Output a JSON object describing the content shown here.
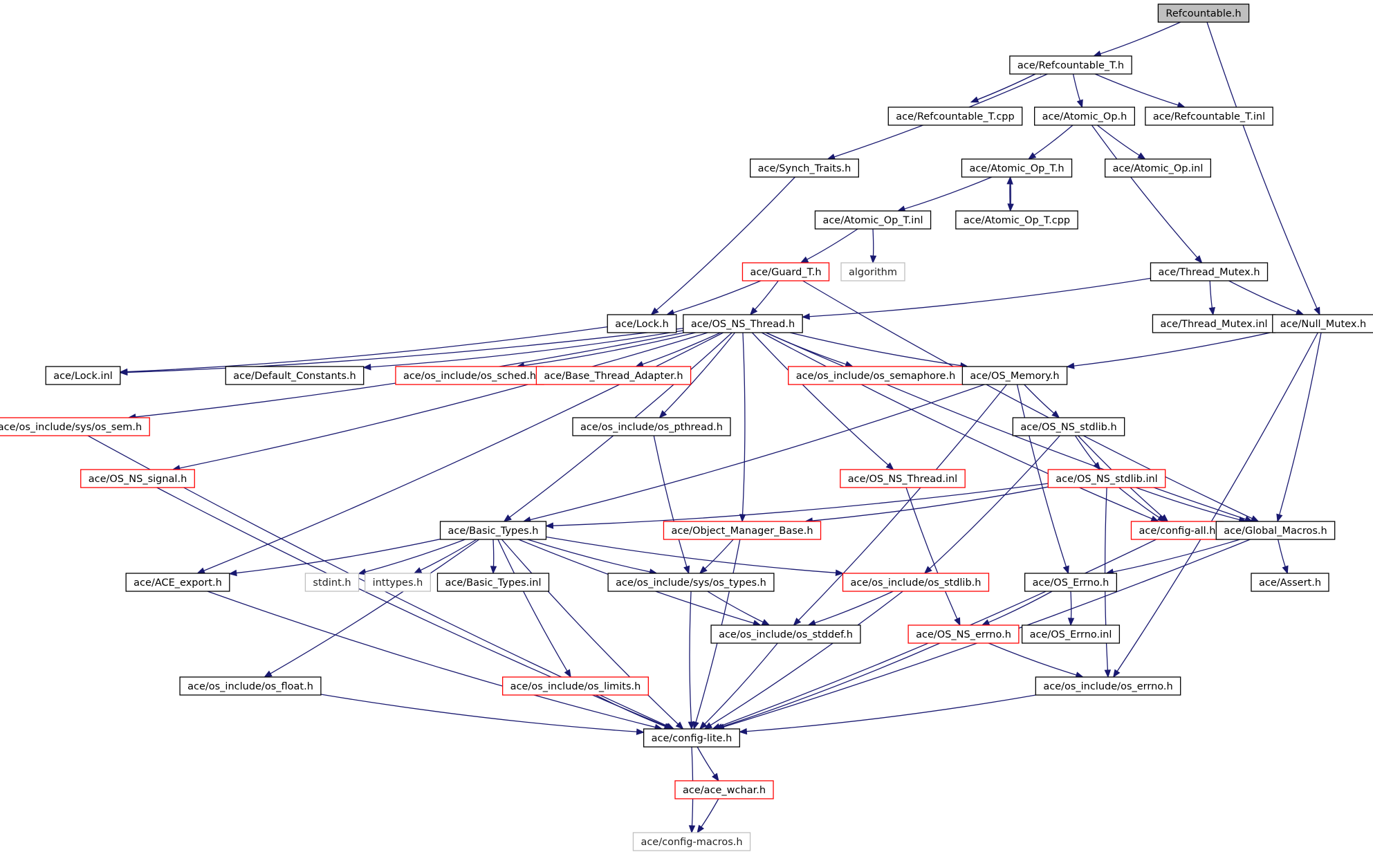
{
  "colors": {
    "edge": "#191970",
    "border_normal": "#000000",
    "border_truncated": "#ff0000",
    "border_external": "#bfbfbf",
    "root_fill": "#bfbfbf",
    "node_fill": "#ffffff"
  },
  "nodes": [
    {
      "id": "refcountable_h",
      "label": "Refcountable.h",
      "style": "root"
    },
    {
      "id": "refcountable_t_h",
      "label": "ace/Refcountable_T.h",
      "style": "normal"
    },
    {
      "id": "refcountable_t_cpp",
      "label": "ace/Refcountable_T.cpp",
      "style": "normal"
    },
    {
      "id": "atomic_op_h",
      "label": "ace/Atomic_Op.h",
      "style": "normal"
    },
    {
      "id": "refcountable_t_inl",
      "label": "ace/Refcountable_T.inl",
      "style": "normal"
    },
    {
      "id": "synch_traits_h",
      "label": "ace/Synch_Traits.h",
      "style": "normal"
    },
    {
      "id": "atomic_op_t_h",
      "label": "ace/Atomic_Op_T.h",
      "style": "normal"
    },
    {
      "id": "atomic_op_inl",
      "label": "ace/Atomic_Op.inl",
      "style": "normal"
    },
    {
      "id": "atomic_op_t_inl",
      "label": "ace/Atomic_Op_T.inl",
      "style": "normal"
    },
    {
      "id": "atomic_op_t_cpp",
      "label": "ace/Atomic_Op_T.cpp",
      "style": "normal"
    },
    {
      "id": "guard_t_h",
      "label": "ace/Guard_T.h",
      "style": "truncated"
    },
    {
      "id": "algorithm",
      "label": "algorithm",
      "style": "external"
    },
    {
      "id": "thread_mutex_h",
      "label": "ace/Thread_Mutex.h",
      "style": "normal"
    },
    {
      "id": "lock_h",
      "label": "ace/Lock.h",
      "style": "normal"
    },
    {
      "id": "os_ns_thread_h",
      "label": "ace/OS_NS_Thread.h",
      "style": "normal"
    },
    {
      "id": "thread_mutex_inl",
      "label": "ace/Thread_Mutex.inl",
      "style": "normal"
    },
    {
      "id": "null_mutex_h",
      "label": "ace/Null_Mutex.h",
      "style": "normal"
    },
    {
      "id": "lock_inl",
      "label": "ace/Lock.inl",
      "style": "normal"
    },
    {
      "id": "default_constants_h",
      "label": "ace/Default_Constants.h",
      "style": "normal"
    },
    {
      "id": "os_sched_h",
      "label": "ace/os_include/os_sched.h",
      "style": "truncated"
    },
    {
      "id": "base_thread_adapter_h",
      "label": "ace/Base_Thread_Adapter.h",
      "style": "truncated"
    },
    {
      "id": "os_semaphore_h",
      "label": "ace/os_include/os_semaphore.h",
      "style": "truncated"
    },
    {
      "id": "os_memory_h",
      "label": "ace/OS_Memory.h",
      "style": "normal"
    },
    {
      "id": "sys_os_sem_h",
      "label": "ace/os_include/sys/os_sem.h",
      "style": "truncated"
    },
    {
      "id": "os_pthread_h",
      "label": "ace/os_include/os_pthread.h",
      "style": "normal"
    },
    {
      "id": "os_ns_stdlib_h",
      "label": "ace/OS_NS_stdlib.h",
      "style": "normal"
    },
    {
      "id": "os_ns_signal_h",
      "label": "ace/OS_NS_signal.h",
      "style": "truncated"
    },
    {
      "id": "os_ns_thread_inl",
      "label": "ace/OS_NS_Thread.inl",
      "style": "truncated"
    },
    {
      "id": "os_ns_stdlib_inl",
      "label": "ace/OS_NS_stdlib.inl",
      "style": "truncated"
    },
    {
      "id": "basic_types_h",
      "label": "ace/Basic_Types.h",
      "style": "normal"
    },
    {
      "id": "object_manager_base_h",
      "label": "ace/Object_Manager_Base.h",
      "style": "truncated"
    },
    {
      "id": "config_all_h",
      "label": "ace/config-all.h",
      "style": "truncated"
    },
    {
      "id": "global_macros_h",
      "label": "ace/Global_Macros.h",
      "style": "normal"
    },
    {
      "id": "ace_export_h",
      "label": "ace/ACE_export.h",
      "style": "normal"
    },
    {
      "id": "stdint_h",
      "label": "stdint.h",
      "style": "external"
    },
    {
      "id": "inttypes_h",
      "label": "inttypes.h",
      "style": "external"
    },
    {
      "id": "basic_types_inl",
      "label": "ace/Basic_Types.inl",
      "style": "normal"
    },
    {
      "id": "sys_os_types_h",
      "label": "ace/os_include/sys/os_types.h",
      "style": "normal"
    },
    {
      "id": "os_stdlib_h",
      "label": "ace/os_include/os_stdlib.h",
      "style": "truncated"
    },
    {
      "id": "os_errno_h",
      "label": "ace/OS_Errno.h",
      "style": "normal"
    },
    {
      "id": "assert_h",
      "label": "ace/Assert.h",
      "style": "normal"
    },
    {
      "id": "os_stddef_h",
      "label": "ace/os_include/os_stddef.h",
      "style": "normal"
    },
    {
      "id": "os_ns_errno_h",
      "label": "ace/OS_NS_errno.h",
      "style": "truncated"
    },
    {
      "id": "os_errno_inl",
      "label": "ace/OS_Errno.inl",
      "style": "normal"
    },
    {
      "id": "os_float_h",
      "label": "ace/os_include/os_float.h",
      "style": "normal"
    },
    {
      "id": "os_limits_h",
      "label": "ace/os_include/os_limits.h",
      "style": "truncated"
    },
    {
      "id": "os_include_os_errno_h",
      "label": "ace/os_include/os_errno.h",
      "style": "normal"
    },
    {
      "id": "config_lite_h",
      "label": "ace/config-lite.h",
      "style": "normal"
    },
    {
      "id": "ace_wchar_h",
      "label": "ace/ace_wchar.h",
      "style": "truncated"
    },
    {
      "id": "config_macros_h",
      "label": "ace/config-macros.h",
      "style": "external"
    }
  ],
  "edges": [
    [
      "refcountable_h",
      "refcountable_t_h"
    ],
    [
      "refcountable_h",
      "null_mutex_h"
    ],
    [
      "refcountable_t_h",
      "refcountable_t_cpp"
    ],
    [
      "refcountable_t_cpp",
      "refcountable_t_h"
    ],
    [
      "refcountable_t_h",
      "atomic_op_h"
    ],
    [
      "refcountable_t_h",
      "refcountable_t_inl"
    ],
    [
      "refcountable_t_h",
      "synch_traits_h"
    ],
    [
      "atomic_op_h",
      "atomic_op_t_h"
    ],
    [
      "atomic_op_h",
      "atomic_op_inl"
    ],
    [
      "atomic_op_h",
      "thread_mutex_h"
    ],
    [
      "synch_traits_h",
      "lock_h"
    ],
    [
      "atomic_op_t_h",
      "atomic_op_t_inl"
    ],
    [
      "atomic_op_t_h",
      "atomic_op_t_cpp"
    ],
    [
      "atomic_op_t_cpp",
      "atomic_op_t_h"
    ],
    [
      "atomic_op_t_inl",
      "guard_t_h"
    ],
    [
      "atomic_op_t_inl",
      "algorithm"
    ],
    [
      "guard_t_h",
      "lock_h"
    ],
    [
      "guard_t_h",
      "os_ns_thread_h"
    ],
    [
      "guard_t_h",
      "global_macros_h"
    ],
    [
      "thread_mutex_h",
      "os_ns_thread_h"
    ],
    [
      "thread_mutex_h",
      "thread_mutex_inl"
    ],
    [
      "thread_mutex_h",
      "null_mutex_h"
    ],
    [
      "lock_h",
      "lock_inl"
    ],
    [
      "os_ns_thread_h",
      "lock_inl"
    ],
    [
      "os_ns_thread_h",
      "default_constants_h"
    ],
    [
      "os_ns_thread_h",
      "os_sched_h"
    ],
    [
      "os_ns_thread_h",
      "base_thread_adapter_h"
    ],
    [
      "os_ns_thread_h",
      "os_semaphore_h"
    ],
    [
      "os_ns_thread_h",
      "os_memory_h"
    ],
    [
      "os_ns_thread_h",
      "sys_os_sem_h"
    ],
    [
      "os_ns_thread_h",
      "os_ns_signal_h"
    ],
    [
      "os_ns_thread_h",
      "ace_export_h"
    ],
    [
      "os_ns_thread_h",
      "basic_types_h"
    ],
    [
      "os_ns_thread_h",
      "os_pthread_h"
    ],
    [
      "os_ns_thread_h",
      "object_manager_base_h"
    ],
    [
      "os_ns_thread_h",
      "os_ns_thread_inl"
    ],
    [
      "os_ns_thread_h",
      "config_all_h"
    ],
    [
      "os_ns_thread_h",
      "global_macros_h"
    ],
    [
      "null_mutex_h",
      "os_memory_h"
    ],
    [
      "null_mutex_h",
      "global_macros_h"
    ],
    [
      "null_mutex_h",
      "os_include_os_errno_h"
    ],
    [
      "os_memory_h",
      "basic_types_h"
    ],
    [
      "os_memory_h",
      "os_ns_stdlib_h"
    ],
    [
      "os_memory_h",
      "os_errno_h"
    ],
    [
      "os_memory_h",
      "os_stddef_h"
    ],
    [
      "os_ns_stdlib_h",
      "os_ns_stdlib_inl"
    ],
    [
      "os_ns_stdlib_h",
      "config_all_h"
    ],
    [
      "os_ns_stdlib_h",
      "os_stdlib_h"
    ],
    [
      "os_ns_stdlib_inl",
      "basic_types_h"
    ],
    [
      "os_ns_stdlib_inl",
      "object_manager_base_h"
    ],
    [
      "os_ns_stdlib_inl",
      "config_all_h"
    ],
    [
      "os_ns_stdlib_inl",
      "global_macros_h"
    ],
    [
      "os_ns_stdlib_inl",
      "os_include_os_errno_h"
    ],
    [
      "os_pthread_h",
      "sys_os_types_h"
    ],
    [
      "os_ns_thread_inl",
      "os_ns_errno_h"
    ],
    [
      "object_manager_base_h",
      "sys_os_types_h"
    ],
    [
      "object_manager_base_h",
      "config_lite_h"
    ],
    [
      "basic_types_h",
      "ace_export_h"
    ],
    [
      "basic_types_h",
      "stdint_h"
    ],
    [
      "basic_types_h",
      "inttypes_h"
    ],
    [
      "basic_types_h",
      "basic_types_inl"
    ],
    [
      "basic_types_h",
      "sys_os_types_h"
    ],
    [
      "basic_types_h",
      "os_stdlib_h"
    ],
    [
      "basic_types_h",
      "os_stddef_h"
    ],
    [
      "basic_types_h",
      "os_float_h"
    ],
    [
      "basic_types_h",
      "os_limits_h"
    ],
    [
      "basic_types_h",
      "config_lite_h"
    ],
    [
      "global_macros_h",
      "os_errno_h"
    ],
    [
      "global_macros_h",
      "assert_h"
    ],
    [
      "global_macros_h",
      "config_lite_h"
    ],
    [
      "config_all_h",
      "config_lite_h"
    ],
    [
      "sys_os_types_h",
      "os_stddef_h"
    ],
    [
      "sys_os_types_h",
      "config_lite_h"
    ],
    [
      "os_stdlib_h",
      "os_stddef_h"
    ],
    [
      "os_stdlib_h",
      "config_lite_h"
    ],
    [
      "os_errno_h",
      "os_ns_errno_h"
    ],
    [
      "os_errno_h",
      "os_errno_inl"
    ],
    [
      "os_ns_errno_h",
      "os_include_os_errno_h"
    ],
    [
      "os_ns_errno_h",
      "config_lite_h"
    ],
    [
      "os_stddef_h",
      "config_lite_h"
    ],
    [
      "os_float_h",
      "config_lite_h"
    ],
    [
      "os_limits_h",
      "config_lite_h"
    ],
    [
      "os_include_os_errno_h",
      "config_lite_h"
    ],
    [
      "sys_os_sem_h",
      "config_lite_h"
    ],
    [
      "os_ns_signal_h",
      "config_lite_h"
    ],
    [
      "ace_export_h",
      "config_lite_h"
    ],
    [
      "config_lite_h",
      "ace_wchar_h"
    ],
    [
      "config_lite_h",
      "config_macros_h"
    ],
    [
      "ace_wchar_h",
      "config_macros_h"
    ]
  ]
}
